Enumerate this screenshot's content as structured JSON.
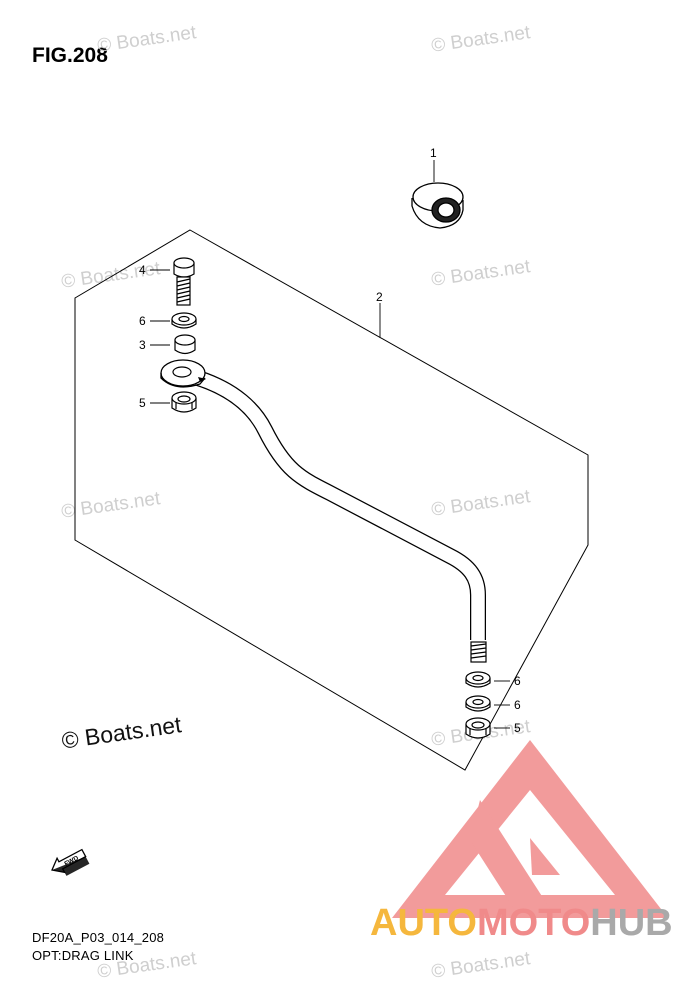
{
  "figure": {
    "title": "FIG.208",
    "code": "DF20A_P03_014_208",
    "caption": "OPT:DRAG LINK"
  },
  "callouts": [
    "1",
    "2",
    "4",
    "6",
    "3",
    "5",
    "6",
    "6",
    "5"
  ],
  "watermarks": [
    "© Boats.net",
    "© Boats.net",
    "© Boats.net",
    "© Boats.net",
    "© Boats.net",
    "© Boats.net",
    "© Boats.net",
    "© Boats.net",
    "© Boats.net"
  ],
  "watermark_main": "© Boats.net",
  "fwd_label": "FWD",
  "brand": {
    "part1": "AUTO",
    "part2": "MOTO",
    "part3": "HUB"
  },
  "colors": {
    "logo_triangle": "#f08a8a",
    "brand_auto": "#f5b73d",
    "brand_moto": "#f08a8a",
    "brand_hub": "#a9a9a9",
    "watermark": "#cfcfcf"
  }
}
